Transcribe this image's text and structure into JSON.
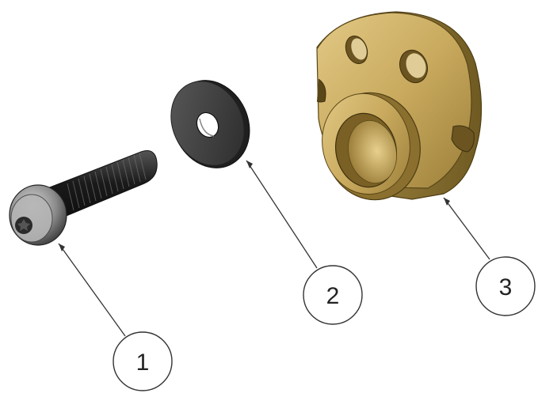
{
  "parts": [
    {
      "id": "screw",
      "name": "screw",
      "balloon": "1"
    },
    {
      "id": "washer",
      "name": "washer",
      "balloon": "2"
    },
    {
      "id": "flange",
      "name": "flange-bushing",
      "balloon": "3"
    }
  ],
  "colors": {
    "screw_dark": "#1e1e1e",
    "screw_head": "#7a7a7a",
    "washer": "#3a3a3a",
    "brass_light": "#d9bd75",
    "brass_mid": "#b8994f",
    "brass_dark": "#7d6529",
    "line": "#333333"
  }
}
